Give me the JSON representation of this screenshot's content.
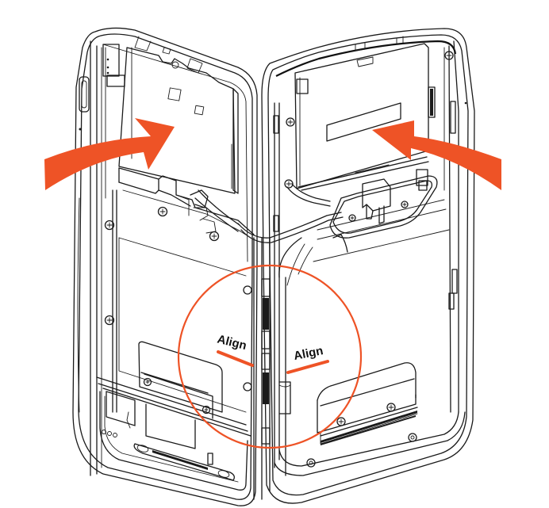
{
  "diagram": {
    "subject": "Device housing opened into two halves (rear and front shells) with flex cable across hinge",
    "colors": {
      "accent": "#ee5326",
      "line": "#1a1a1a",
      "background": "#ffffff"
    },
    "annotations": {
      "align_left": "Align",
      "align_right": "Align"
    },
    "arrows": [
      {
        "id": "left-arrow",
        "direction": "right",
        "color": "#ee5326"
      },
      {
        "id": "right-arrow",
        "direction": "left",
        "color": "#ee5326"
      }
    ],
    "callout": {
      "shape": "circle",
      "color": "#ee5326",
      "purpose": "hinge alignment detail"
    }
  }
}
